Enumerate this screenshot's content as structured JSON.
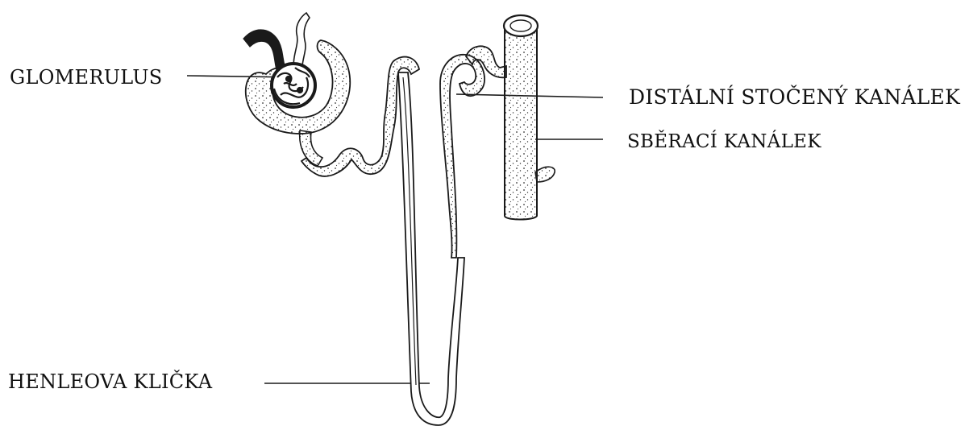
{
  "labels": {
    "glomerulus": "GLOMERULUS",
    "distal_tubule": "DISTÁLNÍ STOČENÝ KANÁLEK",
    "collecting_duct": "SBĚRACÍ KANÁLEK",
    "loop_of_henle": "HENLEOVA KLIČKA"
  },
  "colors": {
    "ink": "#1a1a1a",
    "background": "#ffffff"
  }
}
